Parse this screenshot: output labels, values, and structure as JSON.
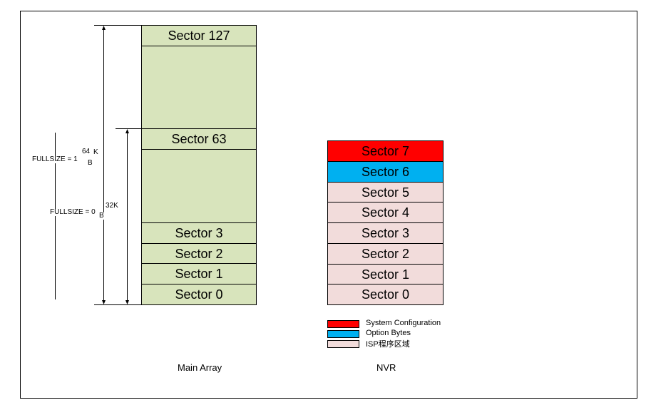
{
  "main_array": {
    "caption": "Main Array",
    "sectors": {
      "s127": "Sector 127",
      "s63": "Sector 63",
      "s3": "Sector 3",
      "s2": "Sector 2",
      "s1": "Sector 1",
      "s0": "Sector 0"
    },
    "annotations": {
      "fullsize_large_prefix": "FULLSIZE = 1",
      "fullsize_large_value": "64",
      "fullsize_large_k": "K",
      "fullsize_large_unit": "B",
      "fullsize_small_prefix": "FULLSIZE = 0",
      "fullsize_small_value": "32K",
      "fullsize_small_unit": "B"
    }
  },
  "nvr": {
    "caption": "NVR",
    "sectors": [
      "Sector 7",
      "Sector 6",
      "Sector 5",
      "Sector 4",
      "Sector 3",
      "Sector 2",
      "Sector 1",
      "Sector 0"
    ],
    "colors": {
      "system_configuration": "#ff0000",
      "option_bytes": "#00b0f0",
      "isp": "#f2dcdb"
    }
  },
  "legend": [
    {
      "label": "System Configuration",
      "color": "#ff0000"
    },
    {
      "label": "Option Bytes",
      "color": "#00b0f0"
    },
    {
      "label": "ISP程序区域",
      "color": "#f2dcdb"
    }
  ],
  "colors": {
    "main_array_fill": "#d8e4bc",
    "border": "#000000"
  }
}
